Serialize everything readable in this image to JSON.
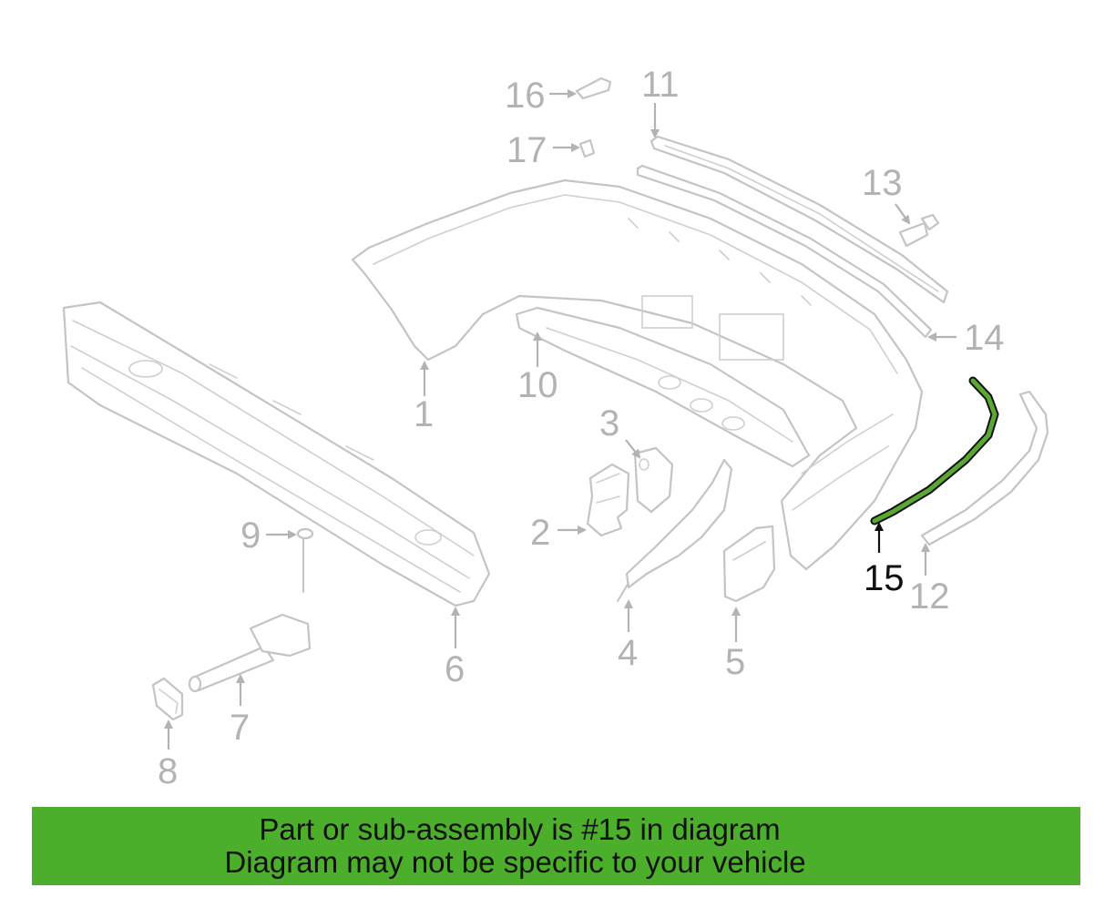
{
  "diagram": {
    "highlight_callout": "15",
    "highlight_color": "#5aa832",
    "callouts": {
      "c1": "1",
      "c2": "2",
      "c3": "3",
      "c4": "4",
      "c5": "5",
      "c6": "6",
      "c7": "7",
      "c8": "8",
      "c9": "9",
      "c10": "10",
      "c11": "11",
      "c12": "12",
      "c13": "13",
      "c14": "14",
      "c15": "15",
      "c16": "16",
      "c17": "17"
    }
  },
  "banner": {
    "line1": "Part or sub-assembly is #15 in diagram",
    "line2": "Diagram may not be specific to your vehicle",
    "background_color": "#4caf2b"
  }
}
